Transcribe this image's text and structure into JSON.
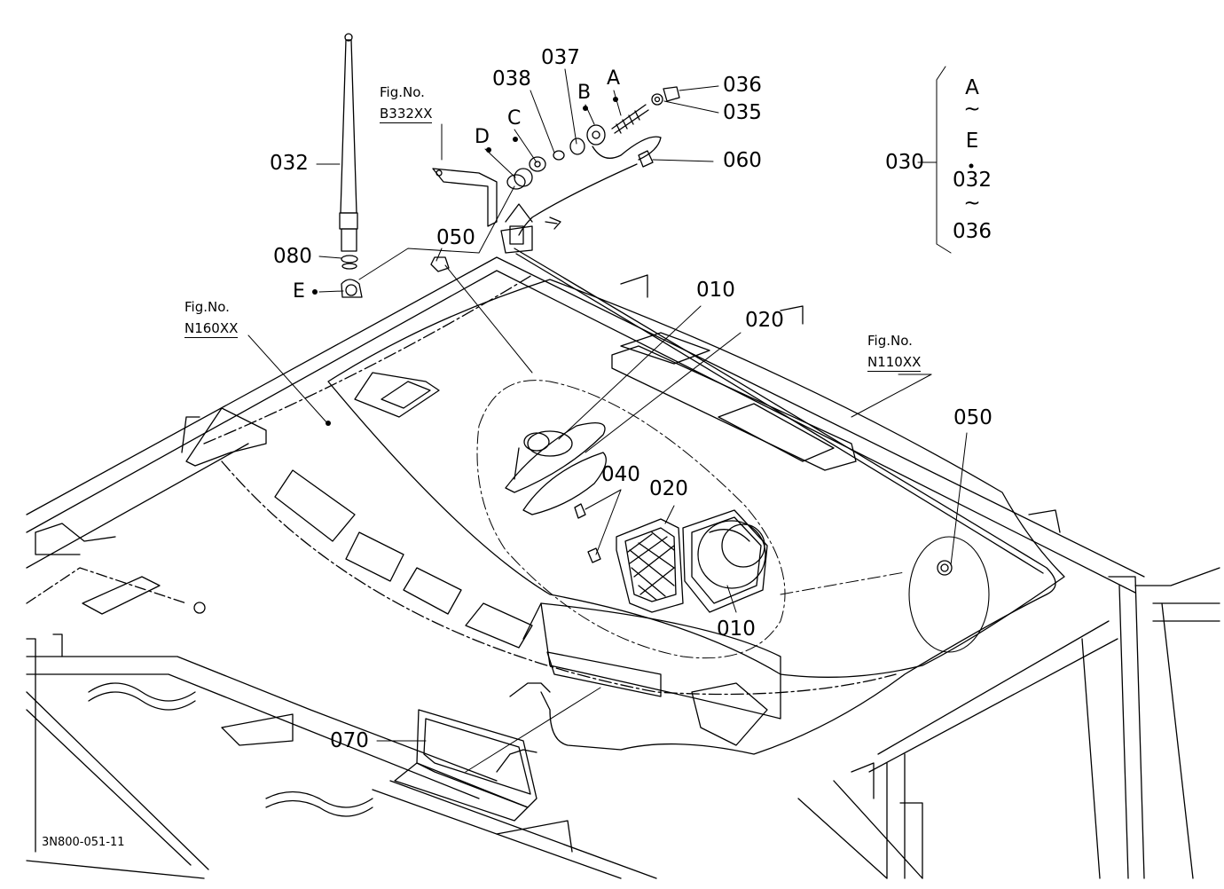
{
  "drawing_code": "3N800-051-11",
  "callouts": {
    "p032": "032",
    "p080": "080",
    "pE": "E",
    "p050a": "050",
    "p038": "038",
    "p037": "037",
    "pD": "D",
    "pC": "C",
    "pB": "B",
    "pA": "A",
    "p036": "036",
    "p035": "035",
    "p060": "060",
    "p010a": "010",
    "p020a": "020",
    "p040": "040",
    "p020b": "020",
    "p010b": "010",
    "p050b": "050",
    "p070": "070",
    "p030": "030"
  },
  "figure_refs": {
    "ref1_label": "Fig.No.",
    "ref1_code": "B332XX",
    "ref2_label": "Fig.No.",
    "ref2_code": "N160XX",
    "ref3_label": "Fig.No.",
    "ref3_code": "N110XX"
  },
  "assembly_range": {
    "from1": "A",
    "to1": "E",
    "from2": "032",
    "to2": "036"
  },
  "colors": {
    "line": "#000000",
    "background": "#ffffff"
  }
}
